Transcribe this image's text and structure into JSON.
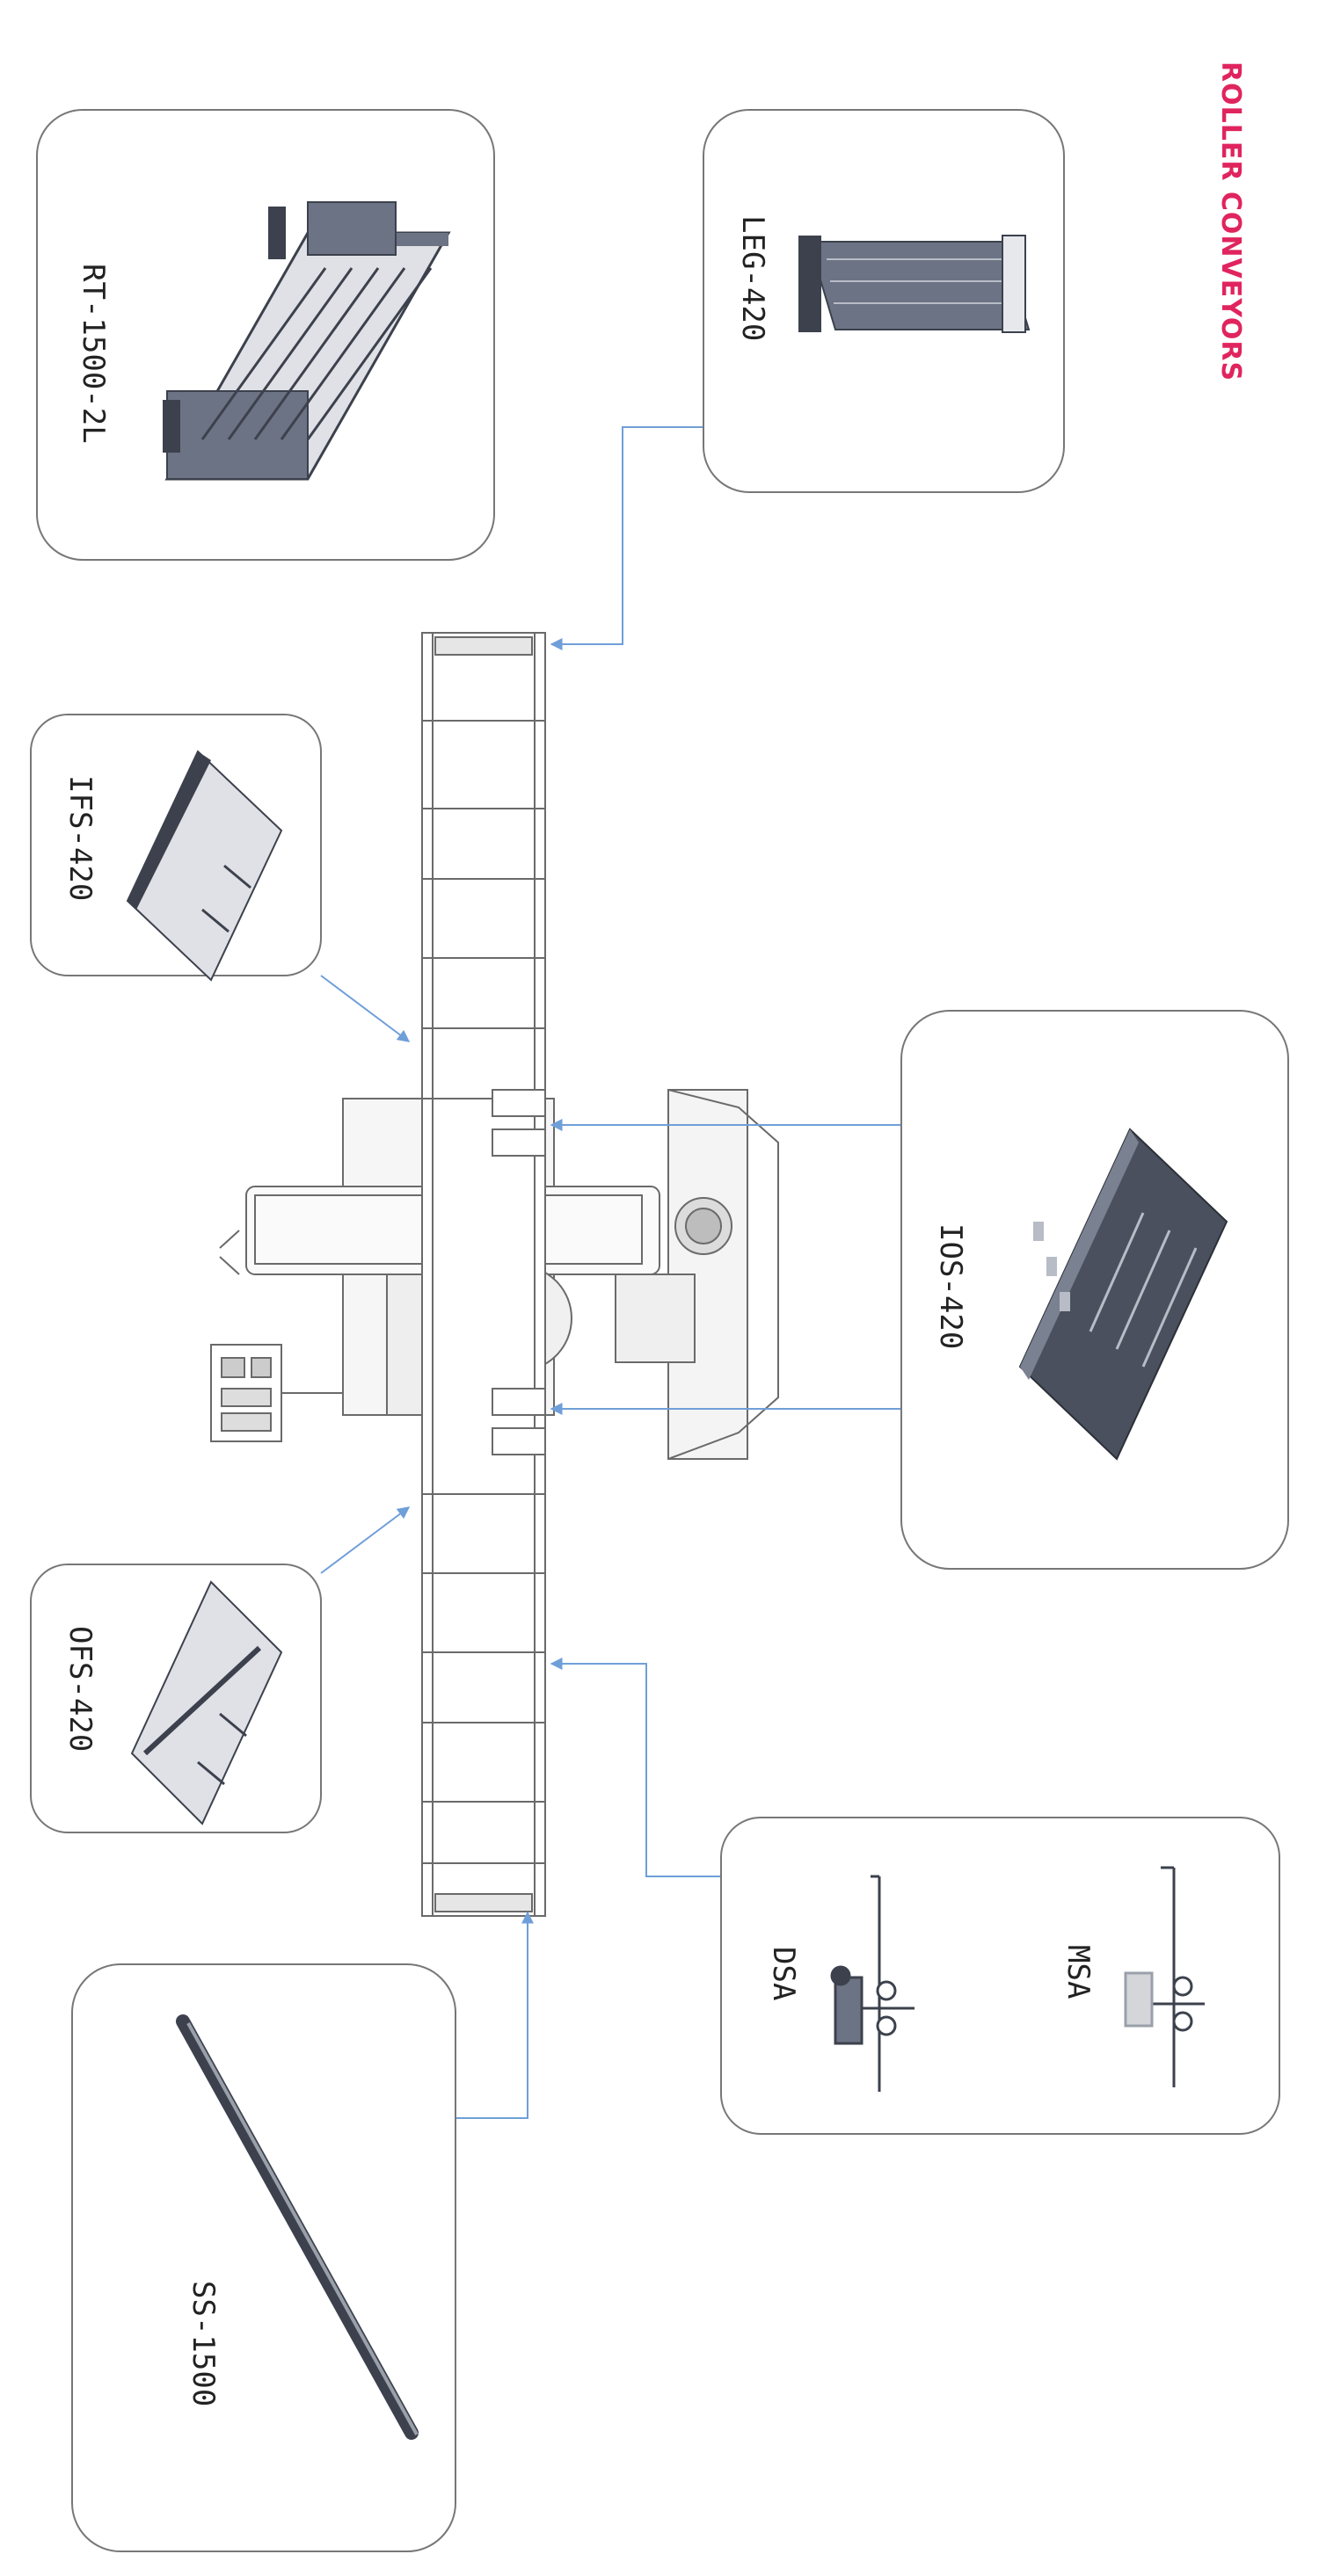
{
  "title": "ROLLER CONVEYORS",
  "colors": {
    "title": "#e0245e",
    "connector": "#6f9fd8",
    "part_fill": "#6c7384",
    "part_dark": "#3c414d",
    "line": "#6a6a6a"
  },
  "components": {
    "rt": {
      "label": "RT-1500-2L"
    },
    "leg": {
      "label": "LEG-420"
    },
    "ifs": {
      "label": "IFS-420"
    },
    "ios": {
      "label": "IOS-420"
    },
    "ofs": {
      "label": "OFS-420"
    },
    "stops": {
      "msa_label": "MSA",
      "dsa_label": "DSA"
    },
    "ss": {
      "label": "SS-1500"
    }
  }
}
